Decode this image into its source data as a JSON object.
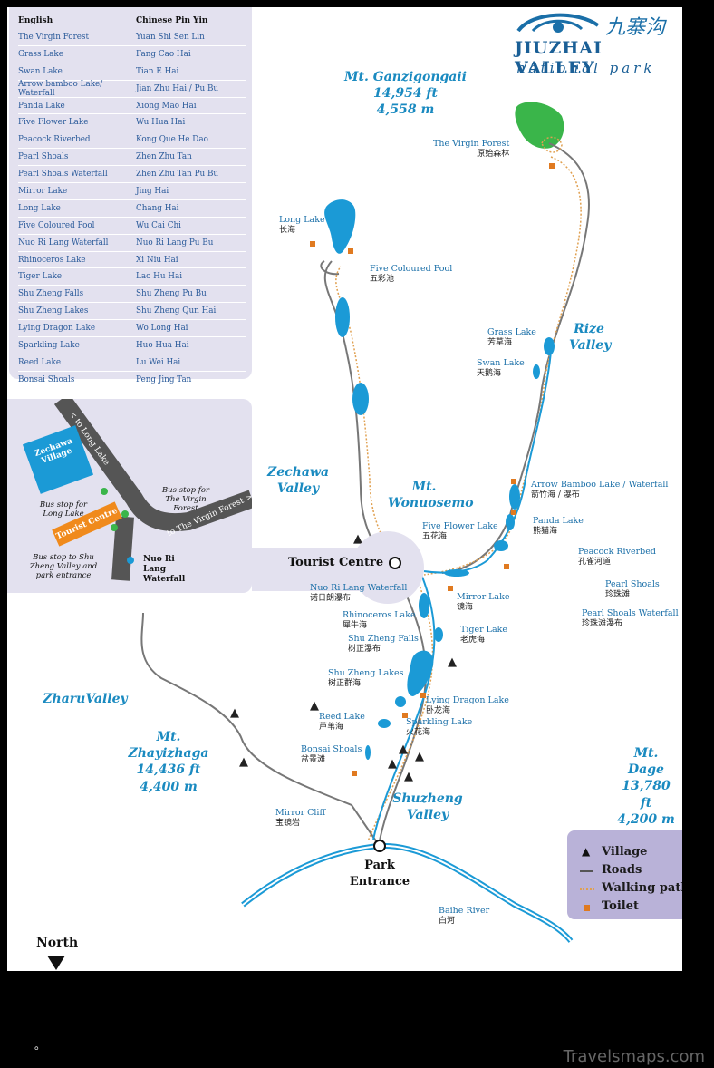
{
  "logo": {
    "chinese": "九寨沟",
    "title": "JIUZHAI VALLEY",
    "subtitle": "national park"
  },
  "name_table": {
    "header_en": "English",
    "header_py": "Chinese Pin Yin",
    "rows": [
      {
        "en": "The Virgin Forest",
        "py": "Yuan Shi Sen Lin"
      },
      {
        "en": "Grass Lake",
        "py": "Fang Cao Hai"
      },
      {
        "en": "Swan Lake",
        "py": "Tian E Hai"
      },
      {
        "en": "Arrow bamboo Lake/ Waterfall",
        "py": "Jian Zhu Hai / Pu Bu"
      },
      {
        "en": "Panda Lake",
        "py": "Xiong Mao Hai"
      },
      {
        "en": "Five Flower Lake",
        "py": "Wu Hua Hai"
      },
      {
        "en": "Peacock Riverbed",
        "py": "Kong Que He Dao"
      },
      {
        "en": "Pearl Shoals",
        "py": "Zhen Zhu Tan"
      },
      {
        "en": "Pearl Shoals Waterfall",
        "py": "Zhen Zhu Tan Pu Bu"
      },
      {
        "en": "Mirror Lake",
        "py": "Jing Hai"
      },
      {
        "en": "Long Lake",
        "py": "Chang Hai"
      },
      {
        "en": "Five Coloured Pool",
        "py": "Wu Cai Chi"
      },
      {
        "en": "Nuo Ri Lang Waterfall",
        "py": "Nuo Ri Lang Pu Bu"
      },
      {
        "en": "Rhinoceros Lake",
        "py": "Xi Niu Hai"
      },
      {
        "en": "Tiger Lake",
        "py": "Lao Hu Hai"
      },
      {
        "en": "Shu Zheng Falls",
        "py": "Shu Zheng Pu Bu"
      },
      {
        "en": "Shu Zheng Lakes",
        "py": "Shu Zheng Qun Hai"
      },
      {
        "en": "Lying Dragon Lake",
        "py": "Wo Long Hai"
      },
      {
        "en": "Sparkling Lake",
        "py": "Huo Hua Hai"
      },
      {
        "en": "Reed Lake",
        "py": "Lu Wei Hai"
      },
      {
        "en": "Bonsai Shoals",
        "py": "Peng Jing Tan"
      }
    ]
  },
  "inset": {
    "road_long_lake": "< to Long Lake",
    "road_virgin_forest": "to The Virgin Forest >",
    "zechawa_village": "Zechawa Village",
    "tourist_centre": "Tourist Centre",
    "bus_stop_long_lake": "Bus stop for Long Lake",
    "bus_stop_virgin_forest": "Bus stop for The Virgin Forest",
    "bus_stop_shu_zheng": "Bus stop to Shu Zheng Valley and park entrance",
    "nuo_ri_lang": "Nuo Ri Lang Waterfall"
  },
  "mountains": {
    "ganzigongaii": {
      "name": "Mt. Ganzigongaii",
      "ft": "14,954 ft",
      "m": "4,558 m"
    },
    "zhayizhaga": {
      "name": "Mt. Zhayizhaga",
      "ft": "14,436 ft",
      "m": "4,400 m"
    },
    "dage": {
      "name": "Mt. Dage",
      "ft": "13,780 ft",
      "m": "4,200 m"
    },
    "wonuosemo": "Mt. Wonuosemo"
  },
  "valleys": {
    "rize": "Rize Valley",
    "zechawa": "Zechawa Valley",
    "zharu": "ZharuValley",
    "shuzheng": "Shuzheng Valley"
  },
  "places": {
    "virgin_forest": {
      "en": "The Virgin Forest",
      "zh": "原始森林"
    },
    "long_lake": {
      "en": "Long Lake",
      "zh": "长海"
    },
    "five_coloured_pool": {
      "en": "Five Coloured Pool",
      "zh": "五彩池"
    },
    "grass_lake": {
      "en": "Grass Lake",
      "zh": "芳草海"
    },
    "swan_lake": {
      "en": "Swan Lake",
      "zh": "天鹅海"
    },
    "arrow_bamboo": {
      "en": "Arrow Bamboo Lake / Waterfall",
      "zh": "箭竹海 / 瀑布"
    },
    "panda_lake": {
      "en": "Panda Lake",
      "zh": "熊猫海"
    },
    "five_flower": {
      "en": "Five Flower Lake",
      "zh": "五花海"
    },
    "peacock": {
      "en": "Peacock Riverbed",
      "zh": "孔雀河道"
    },
    "pearl_shoals": {
      "en": "Pearl Shoals",
      "zh": "珍珠滩"
    },
    "pearl_waterfall": {
      "en": "Pearl Shoals Waterfall",
      "zh": "珍珠滩瀑布"
    },
    "nuo_ri_lang": {
      "en": "Nuo Ri Lang Waterfall",
      "zh": "诺日朗瀑布"
    },
    "mirror_lake": {
      "en": "Mirror Lake",
      "zh": "镜海"
    },
    "rhinoceros": {
      "en": "Rhinoceros Lake",
      "zh": "犀牛海"
    },
    "tiger_lake": {
      "en": "Tiger Lake",
      "zh": "老虎海"
    },
    "shu_zheng_falls": {
      "en": "Shu Zheng Falls",
      "zh": "树正瀑布"
    },
    "shu_zheng_lakes": {
      "en": "Shu Zheng Lakes",
      "zh": "树正群海"
    },
    "lying_dragon": {
      "en": "Lying Dragon Lake",
      "zh": "卧龙海"
    },
    "reed_lake": {
      "en": "Reed Lake",
      "zh": "芦苇海"
    },
    "sparkling_lake": {
      "en": "Sparkling Lake",
      "zh": "火花海"
    },
    "bonsai_shoals": {
      "en": "Bonsai Shoals",
      "zh": "盆景滩"
    },
    "mirror_cliff": {
      "en": "Mirror Cliff",
      "zh": "宝镜岩"
    },
    "baihe_river": {
      "en": "Baihe River",
      "zh": "白河"
    }
  },
  "tourist_centre": "Tourist Centre",
  "park_entrance": "Park Entrance",
  "key": {
    "village": "Village",
    "roads": "Roads",
    "walking_paths": "Walking paths",
    "toilet": "Toilet"
  },
  "north": "North",
  "watermark": "Travelsmaps.com",
  "footnote": "。",
  "colors": {
    "water": "#1b9ad6",
    "road": "#777777",
    "path": "#e0a050",
    "toilet": "#e07a20",
    "forest": "#3ab54a",
    "panel": "#e3e1ef",
    "key_bg": "#b9b2d8"
  }
}
